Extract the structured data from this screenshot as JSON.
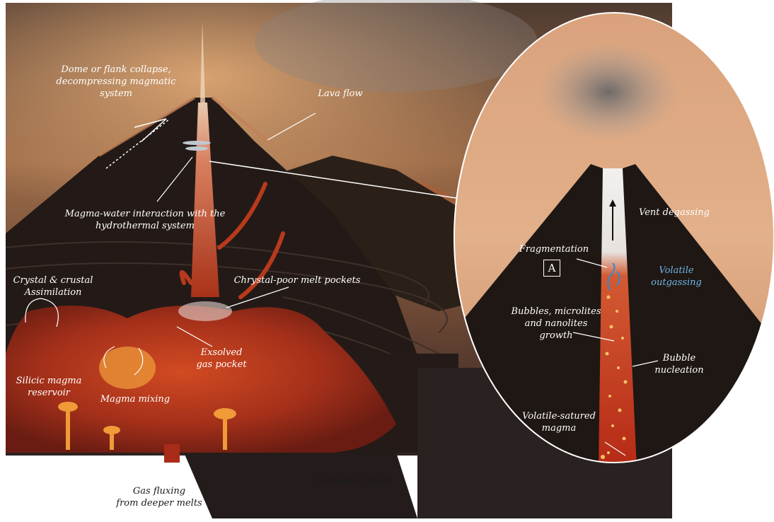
{
  "labels": {
    "dome_collapse": "Dome or flank collapse,\ndecompressing magmatic system",
    "lava_flow": "Lava flow",
    "magma_water": "Magma-water interaction with the\nhydrothermal system",
    "crystal_assimilation": "Crystal & crustal\nAssimilation",
    "melt_pockets": "Chrystal-poor melt pockets",
    "exsolved_gas": "Exsolved\ngas pocket",
    "silicic_reservoir": "Silicic magma\nreservoir",
    "magma_mixing": "Magma mixing",
    "gas_fluxing": "Gas fluxing\nfrom deeper melts",
    "cumulate_mush": "Cumulate Mush",
    "vent_degassing": "Vent degassing",
    "fragmentation": "Fragmentation",
    "marker": "A",
    "volatile_outgassing": "Volatile\noutgassing",
    "bubbles_growth": "Bubbles, microlites\nand nanolites\ngrowth",
    "bubble_nucleation": "Bubble\nnucleation",
    "volatile_saturated": "Volatile-satured\nmagma"
  },
  "colors": {
    "sky": "#b07a52",
    "volcano": "#1d1614",
    "magma": "#b03018",
    "magma_bright": "#e0642a",
    "highlight_blue": "#6fb6e6",
    "ash": "#9a9590"
  }
}
